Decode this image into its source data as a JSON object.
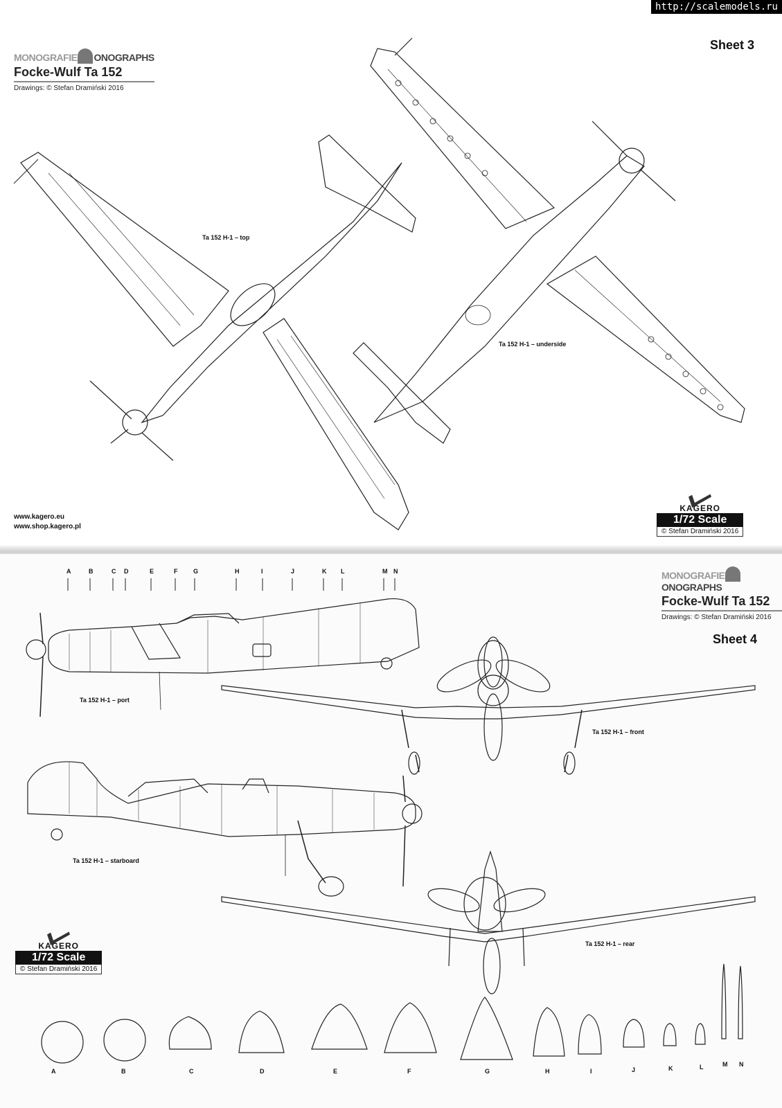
{
  "watermark": "http://scalemodels.ru",
  "sheet3": {
    "brand": {
      "monografie": "MONOGRAFIE",
      "monographs": "ONOGRAPHS",
      "title": "Focke-Wulf Ta 152",
      "credit": "Drawings: © Stefan Dramiński 2016"
    },
    "sheet_label": "Sheet 3",
    "captions": {
      "top": "Ta 152 H-1 – top",
      "underside": "Ta 152 H-1 – underside"
    },
    "links": [
      "www.kagero.eu",
      "www.shop.kagero.pl"
    ],
    "scale": {
      "kagero": "KAGERO",
      "scale": "1/72 Scale",
      "copyright": "© Stefan Dramiński 2016"
    }
  },
  "sheet4": {
    "brand": {
      "monografie": "MONOGRAFIE",
      "monographs": "ONOGRAPHS",
      "title": "Focke-Wulf Ta 152",
      "credit": "Drawings: © Stefan Dramiński 2016"
    },
    "sheet_label": "Sheet 4",
    "stations": [
      "A",
      "B",
      "C",
      "D",
      "E",
      "F",
      "G",
      "H",
      "I",
      "J",
      "K",
      "L",
      "M",
      "N"
    ],
    "captions": {
      "port": "Ta 152 H-1 – port",
      "front": "Ta 152 H-1 – front",
      "starboard": "Ta 152 H-1 – starboard",
      "rear": "Ta 152 H-1 – rear"
    },
    "scale": {
      "kagero": "KAGERO",
      "scale": "1/72 Scale",
      "copyright": "© Stefan Dramiński 2016"
    },
    "cross_sections": [
      "A",
      "B",
      "C",
      "D",
      "E",
      "F",
      "G",
      "H",
      "I",
      "J",
      "K",
      "L",
      "M",
      "N"
    ]
  }
}
